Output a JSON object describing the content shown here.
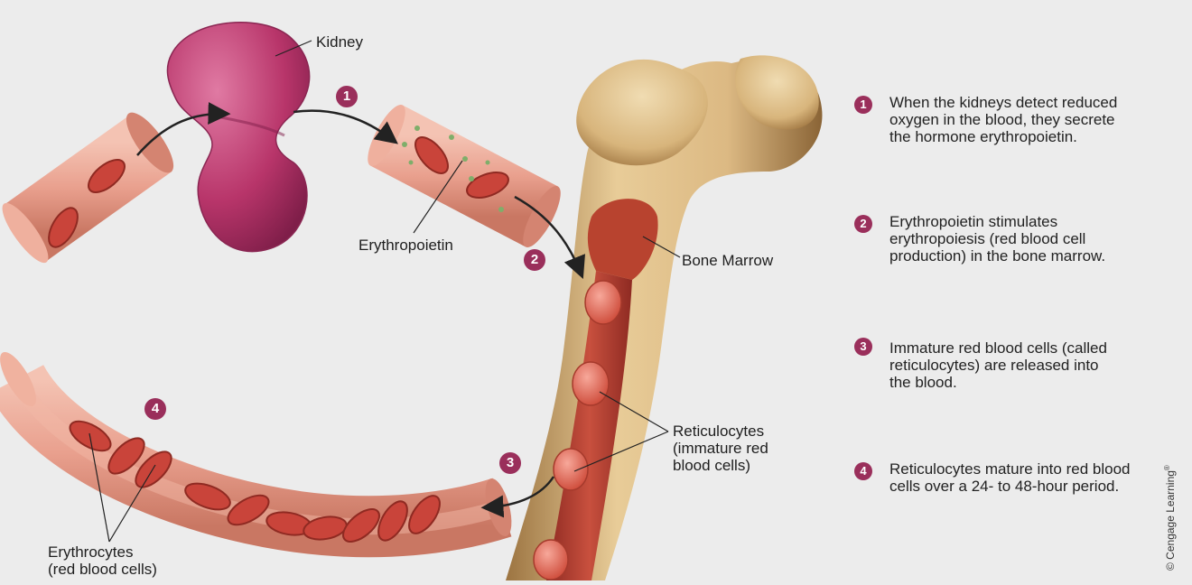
{
  "labels": {
    "kidney": "Kidney",
    "erythropoietin": "Erythropoietin",
    "bone_marrow": "Bone Marrow",
    "reticulocytes": [
      "Reticulocytes",
      "(immature red",
      "blood cells)"
    ],
    "erythrocytes": [
      "Erythrocytes",
      "(red blood cells)"
    ]
  },
  "badges": [
    "1",
    "2",
    "3",
    "4"
  ],
  "steps": [
    {
      "number": "1",
      "lines": [
        "When the kidneys detect reduced",
        "oxygen in the blood, they secrete",
        "the hormone erythropoietin."
      ]
    },
    {
      "number": "2",
      "lines": [
        "Erythropoietin stimulates",
        "erythropoiesis (red blood cell",
        "production) in the bone marrow."
      ]
    },
    {
      "number": "3",
      "lines": [
        "Immature red blood cells (called",
        "reticulocytes) are released into",
        "the blood."
      ]
    },
    {
      "number": "4",
      "lines": [
        "Reticulocytes mature into red blood",
        "cells over a 24- to 48-hour period."
      ]
    }
  ],
  "copyright": "© Cengage Learning",
  "copyright_mark": "®",
  "colors": {
    "badge": "#9a2f5b",
    "vessel": "#e9a08e",
    "cell": "#c9443a",
    "kidney": "#b8356a",
    "bone": "#dcb983",
    "marrow": "#b8432f",
    "background": "#ececec"
  }
}
